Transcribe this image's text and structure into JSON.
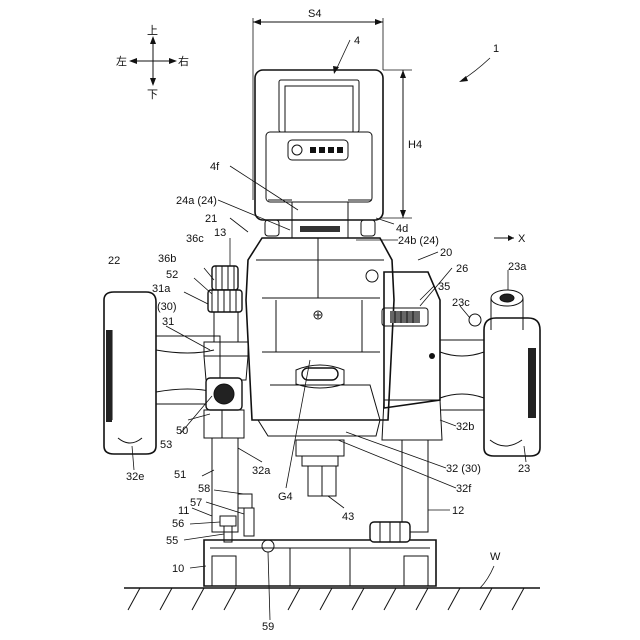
{
  "directions": {
    "up": "上",
    "down": "下",
    "left": "左",
    "right": "右"
  },
  "dimensions": {
    "width_label": "S4",
    "height_label": "H4"
  },
  "axis_label": "X",
  "ground_label": "W",
  "figure_ref": "1",
  "labels": {
    "l4": "4",
    "l4f": "4f",
    "l4d": "4d",
    "l24a": "24a (24)",
    "l24b": "24b (24)",
    "l21": "21",
    "l20": "20",
    "l13": "13",
    "l36c": "36c",
    "l36b": "36b",
    "l52": "52",
    "l31a": "31a",
    "l30p": "(30)",
    "l31": "31",
    "l22": "22",
    "l26": "26",
    "l35": "35",
    "l23a": "23a",
    "l23c": "23c",
    "l53": "53",
    "l50": "50",
    "l32e": "32e",
    "l51": "51",
    "l32a": "32a",
    "lG4": "G4",
    "l32b": "32b",
    "l32_30": "32 (30)",
    "l32f": "32f",
    "l23": "23",
    "l58": "58",
    "l57": "57",
    "l11": "11",
    "l56": "56",
    "l55": "55",
    "l43": "43",
    "l12": "12",
    "l10": "10",
    "l59": "59"
  }
}
